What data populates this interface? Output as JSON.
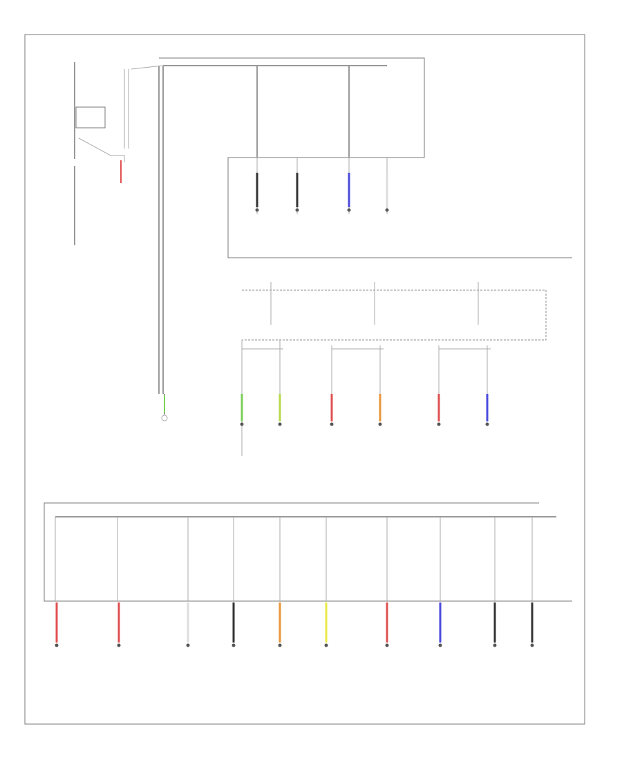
{
  "footer": {
    "code": ""
  },
  "colors": {
    "wire_gray": "#999999",
    "frame": "#777777",
    "red": "#e05050",
    "blue": "#4b4bdc",
    "green": "#7ccf5a",
    "yellow_green": "#b8d84a",
    "orange": "#e8963a",
    "yellow": "#e8e84a",
    "white": "#dddddd",
    "black": "#333333"
  },
  "top_block": {
    "harness_connectors": [
      {
        "wire_color": "black"
      },
      {
        "wire_color": "black"
      },
      {
        "wire_color": "blue"
      },
      {
        "wire_color": "white"
      }
    ]
  },
  "mid_block": {
    "outputs": [
      {
        "wire_color": "green"
      },
      {
        "wire_color": "yellow_green"
      },
      {
        "wire_color": "red"
      },
      {
        "wire_color": "orange"
      },
      {
        "wire_color": "red"
      },
      {
        "wire_color": "blue"
      }
    ]
  },
  "bottom_block": {
    "outputs": [
      {
        "wire_color": "red"
      },
      {
        "wire_color": "red"
      },
      {
        "wire_color": "white"
      },
      {
        "wire_color": "black"
      },
      {
        "wire_color": "orange"
      },
      {
        "wire_color": "yellow"
      },
      {
        "wire_color": "red"
      },
      {
        "wire_color": "blue"
      },
      {
        "wire_color": "black"
      },
      {
        "wire_color": "black"
      }
    ]
  }
}
